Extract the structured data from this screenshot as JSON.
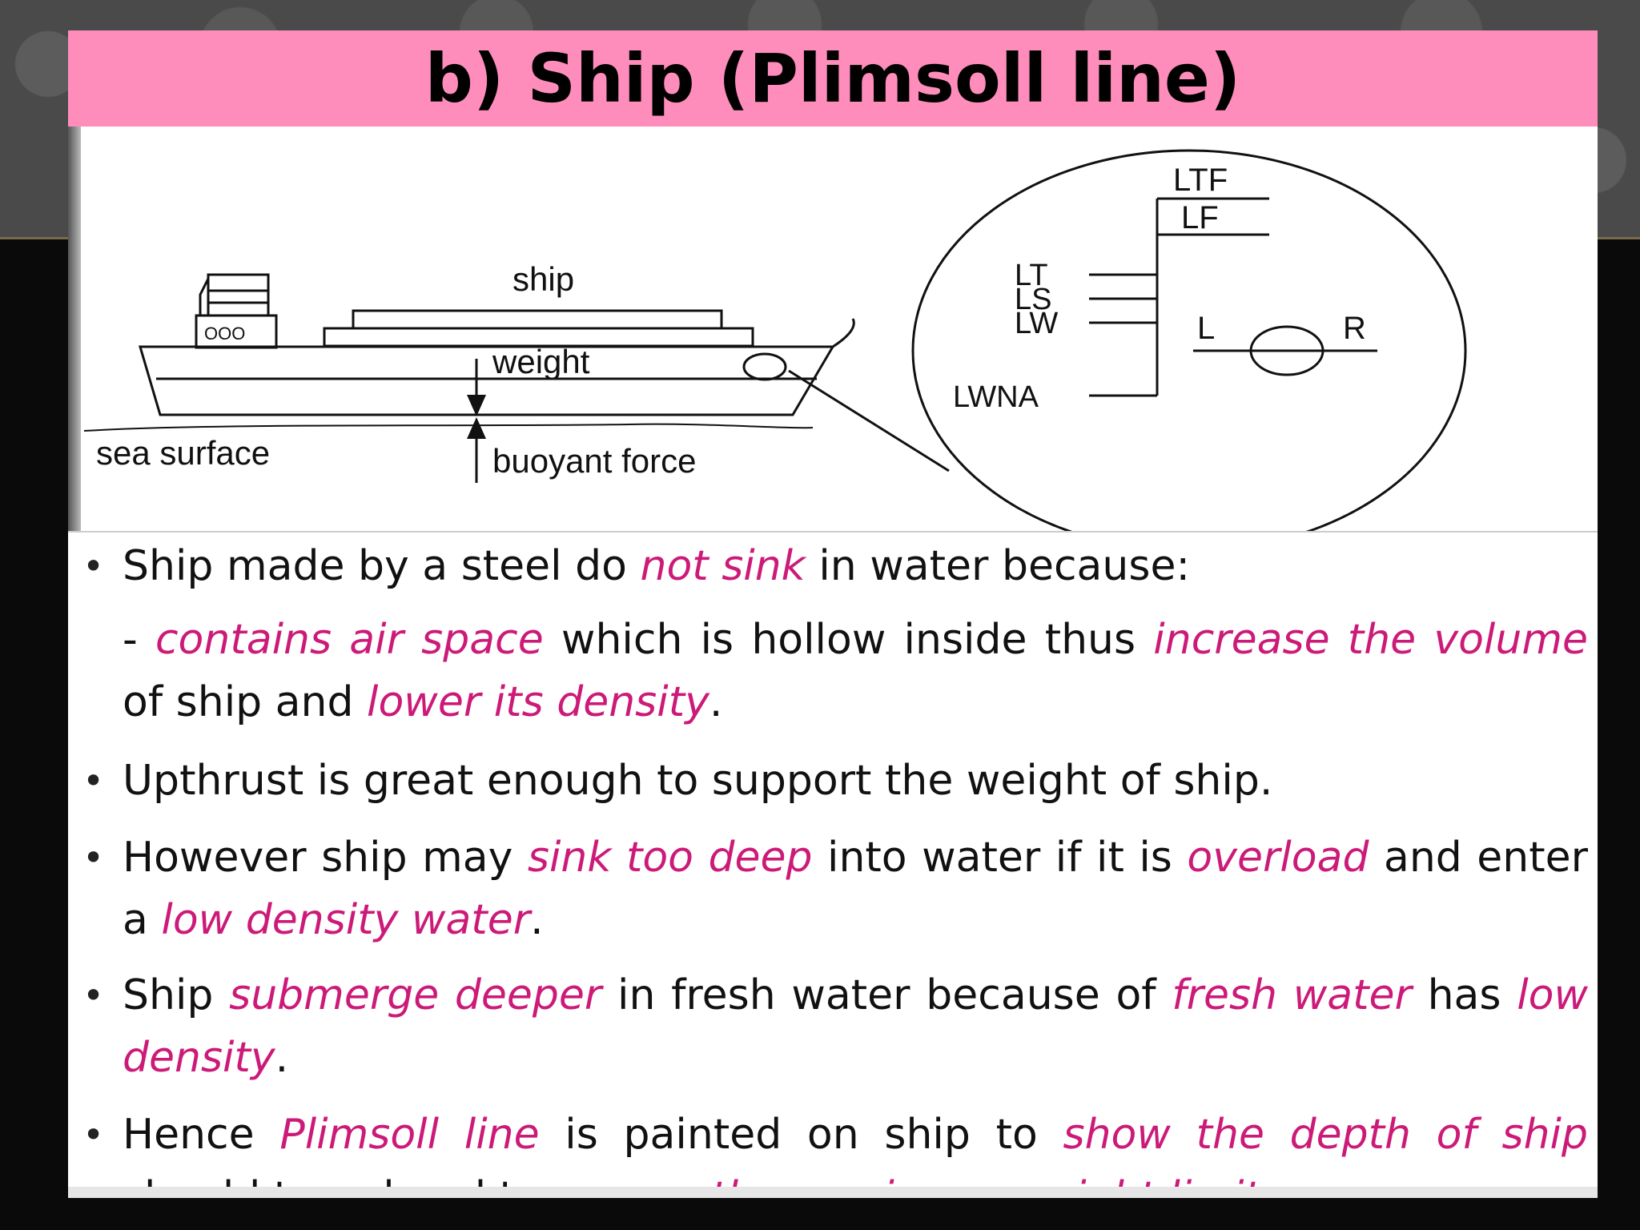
{
  "title": "b) Ship (Plimsoll line)",
  "diagram": {
    "ship_label": "ship",
    "weight_label": "weight",
    "sea_label": "sea surface",
    "buoyant_label": "buoyant force",
    "porthole_label": "OOO",
    "marks": {
      "ltf": "LTF",
      "lf": "LF",
      "lt": "LT",
      "ls": "LS",
      "lw": "LW",
      "lwna": "LWNA",
      "l": "L",
      "r": "R"
    }
  },
  "colors": {
    "title_bar": "#ff8dbc",
    "emphasis": "#cc1a78"
  },
  "bullets": [
    {
      "id": "b1",
      "segments": [
        {
          "t": "Ship made by a steel do "
        },
        {
          "t": "not sink",
          "em": true
        },
        {
          "t": " in water because:"
        }
      ]
    },
    {
      "id": "b1-sub",
      "sub": true,
      "segments": [
        {
          "t": "- "
        },
        {
          "t": "contains air space",
          "em": true
        },
        {
          "t": " which is hollow inside thus "
        },
        {
          "t": "increase the volume",
          "em": true
        },
        {
          "t": " of ship and "
        },
        {
          "t": "lower its density",
          "em": true
        },
        {
          "t": "."
        }
      ]
    },
    {
      "id": "b2",
      "segments": [
        {
          "t": "Upthrust is great enough to support the weight of ship."
        }
      ]
    },
    {
      "id": "b3",
      "segments": [
        {
          "t": "However ship may "
        },
        {
          "t": "sink too deep",
          "em": true
        },
        {
          "t": " into water if it is "
        },
        {
          "t": "overload",
          "em": true
        },
        {
          "t": " and enter a "
        },
        {
          "t": "low density water",
          "em": true
        },
        {
          "t": "."
        }
      ]
    },
    {
      "id": "b4",
      "segments": [
        {
          "t": "Ship "
        },
        {
          "t": "submerge deeper",
          "em": true
        },
        {
          "t": " in fresh water because of "
        },
        {
          "t": "fresh water",
          "em": true
        },
        {
          "t": " has "
        },
        {
          "t": "low density",
          "em": true
        },
        {
          "t": "."
        }
      ]
    },
    {
      "id": "b5",
      "segments": [
        {
          "t": "Hence "
        },
        {
          "t": "Plimsoll line",
          "em": true
        },
        {
          "t": " is painted on ship to "
        },
        {
          "t": "show the depth of ship",
          "em": true
        },
        {
          "t": " should travel and to "
        },
        {
          "t": "ensure the maximum weight limit",
          "em": true
        },
        {
          "t": "."
        }
      ]
    }
  ]
}
